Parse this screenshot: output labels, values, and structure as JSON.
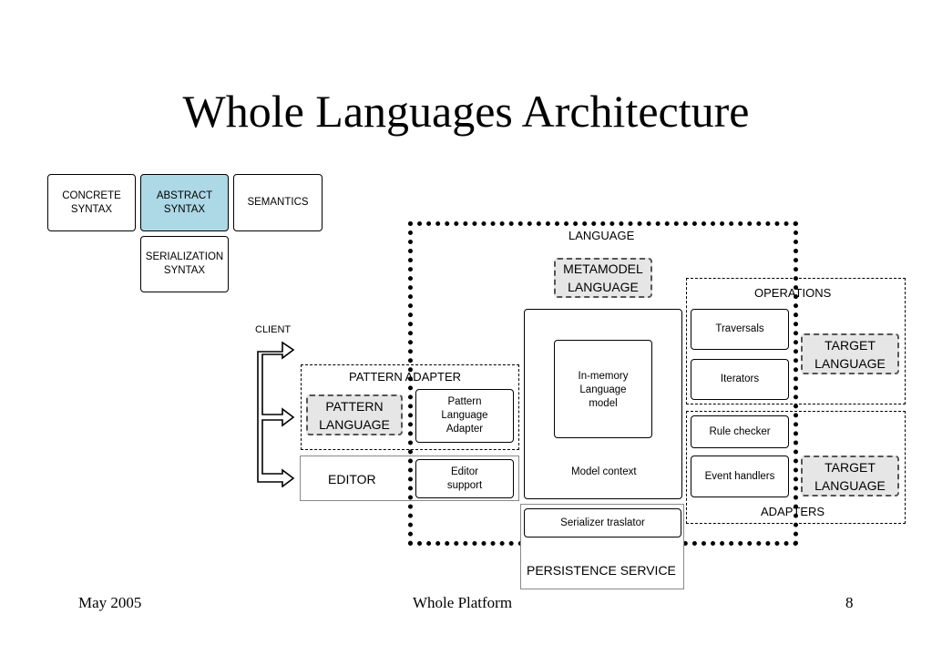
{
  "title": "Whole Languages Architecture",
  "aspects": {
    "concrete": "CONCRETE\nSYNTAX",
    "abstract": "ABSTRACT\nSYNTAX",
    "semantics": "SEMANTICS",
    "serialization": "SERIALIZATION\nSYNTAX"
  },
  "colors": {
    "highlight": "#add8e6",
    "gray_fill": "#e6e6e6"
  },
  "client_label": "CLIENT",
  "language": {
    "label": "LANGUAGE",
    "metamodel": "METAMODEL\nLANGUAGE",
    "in_memory": "In-memory\nLanguage\nmodel",
    "model_context": "Model context",
    "serializer": "Serializer traslator"
  },
  "pattern_adapter": {
    "label": "PATTERN ADAPTER",
    "pattern_language": "PATTERN\nLANGUAGE",
    "pattern_language_adapter": "Pattern\nLanguage\nAdapter"
  },
  "editor": {
    "label": "EDITOR",
    "support": "Editor\nsupport"
  },
  "operations": {
    "label": "OPERATIONS",
    "traversals": "Traversals",
    "iterators": "Iterators",
    "target_language": "TARGET\nLANGUAGE"
  },
  "adapters": {
    "label": "ADAPTERS",
    "rule_checker": "Rule checker",
    "event_handlers": "Event handlers",
    "target_language": "TARGET\nLANGUAGE"
  },
  "persistence": "PERSISTENCE SERVICE",
  "footer": {
    "date": "May 2005",
    "center": "Whole Platform",
    "page": "8"
  }
}
